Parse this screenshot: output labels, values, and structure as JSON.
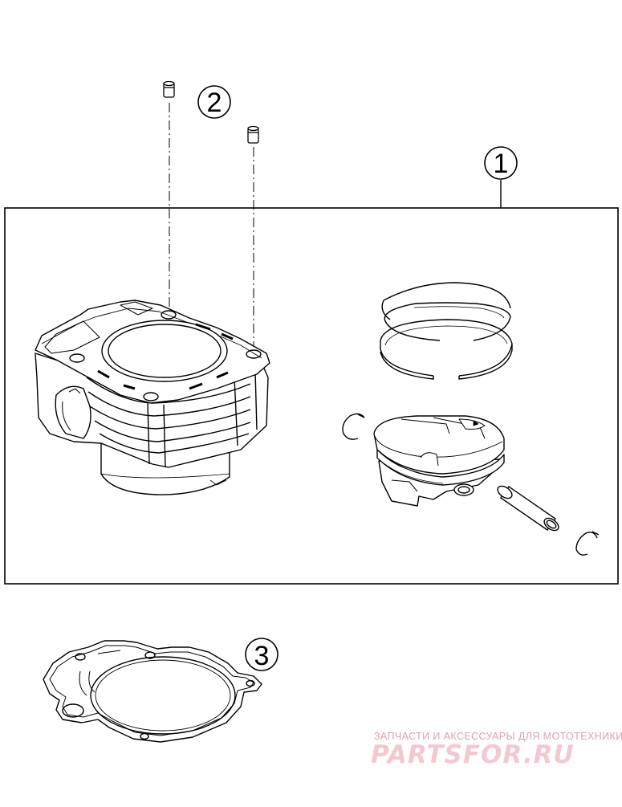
{
  "callouts": [
    {
      "id": "1",
      "label": "1"
    },
    {
      "id": "2",
      "label": "2"
    },
    {
      "id": "3",
      "label": "3"
    }
  ],
  "watermark": {
    "caption": "ЗАПЧАСТИ И АКСЕССУАРЫ ДЛЯ МОТОТЕХНИКИ",
    "logo": "PARTSFOR.RU"
  },
  "colors": {
    "line": "#000000",
    "watermark_caption": "#d9a3ab",
    "watermark_logo": "#f1c9cf"
  }
}
